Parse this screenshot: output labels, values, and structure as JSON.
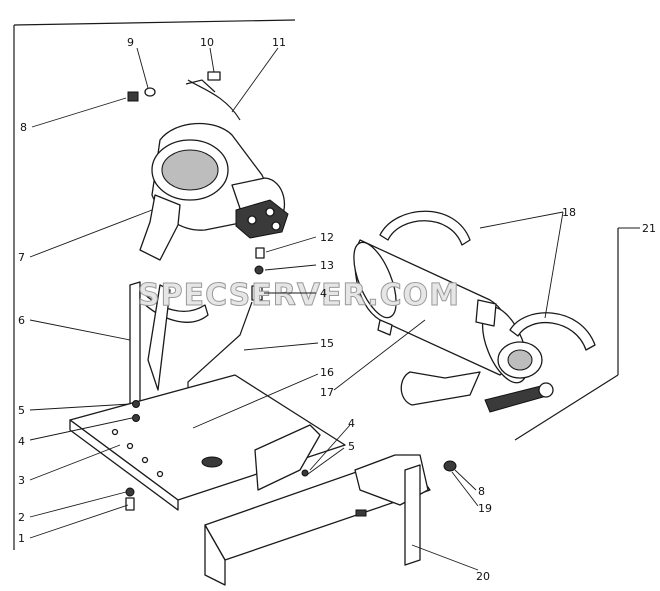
{
  "watermark": "SPECSERVER.COM",
  "callouts": {
    "c1": "1",
    "c2": "2",
    "c3": "3",
    "c4a": "4",
    "c4b": "4",
    "c4c": "4",
    "c5a": "5",
    "c5b": "5",
    "c6": "6",
    "c7": "7",
    "c8a": "8",
    "c8b": "8",
    "c9": "9",
    "c10": "10",
    "c11": "11",
    "c12": "12",
    "c13": "13",
    "c15": "15",
    "c16": "16",
    "c17": "17",
    "c18": "18",
    "c19": "19",
    "c20": "20",
    "c21": "21"
  }
}
